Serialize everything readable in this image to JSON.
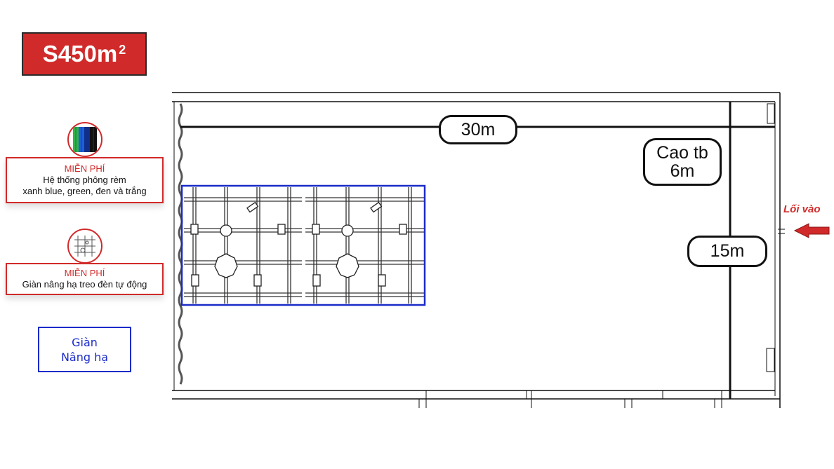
{
  "area": {
    "label": "S450m",
    "superscript": "2"
  },
  "features": [
    {
      "title": "MIỄN PHÍ",
      "lines": [
        "Hệ thống phông rèm",
        "xanh blue, green, đen và trắng"
      ],
      "icon": "curtain-icon"
    },
    {
      "title": "MIỄN PHÍ",
      "lines": [
        "Giàn nâng hạ treo đèn tự động"
      ],
      "icon": "lighting-grid-icon"
    }
  ],
  "legend": {
    "line1": "Giàn",
    "line2": "Nâng hạ",
    "color": "#1b2bc8"
  },
  "dimensions": {
    "length": "30m",
    "width": "15m",
    "height_line1": "Cao tb",
    "height_line2": "6m"
  },
  "entrance": {
    "label": "Lối vào",
    "color": "#d12a2a"
  },
  "colors": {
    "accent": "#d12a2a",
    "grid": "#1b2bc8",
    "wall": "#111111"
  }
}
